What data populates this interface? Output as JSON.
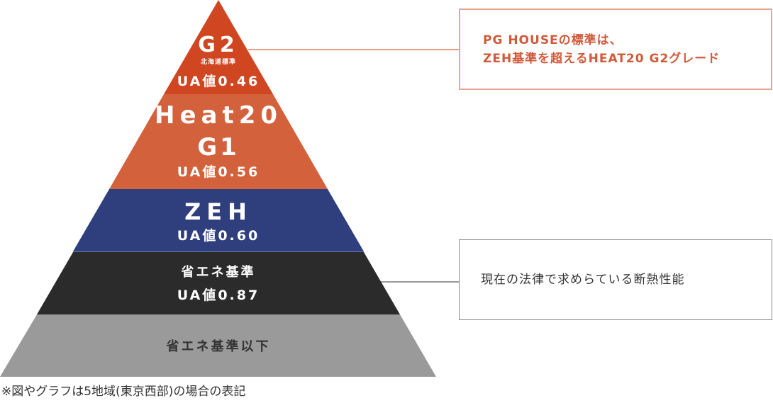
{
  "pyramid": {
    "tiers": [
      {
        "id": "g2",
        "title": "G2",
        "subtitle": "北海道標準",
        "ua": "UA値0.46",
        "color": "#cf4620"
      },
      {
        "id": "g1",
        "title_line1": "Heat20",
        "title_line2": "G1",
        "ua": "UA値0.56",
        "color": "#d3613c"
      },
      {
        "id": "zeh",
        "title": "ZEH",
        "ua": "UA値0.60",
        "color": "#2f3f7e"
      },
      {
        "id": "shoene",
        "title": "省エネ基準",
        "ua": "UA値0.87",
        "color": "#2b2b2b"
      },
      {
        "id": "below",
        "title": "省エネ基準以下",
        "color": "#9a9a9a"
      }
    ]
  },
  "callouts": {
    "top": {
      "line1": "PG HOUSEの標準は、",
      "line2": "ZEH基準を超えるHEAT20 G2グレード",
      "color": "#d05a3a"
    },
    "bottom": {
      "text": "現在の法律で求めらている断熱性能"
    }
  },
  "footnote": "※図やグラフは5地域(東京西部)の場合の表記"
}
